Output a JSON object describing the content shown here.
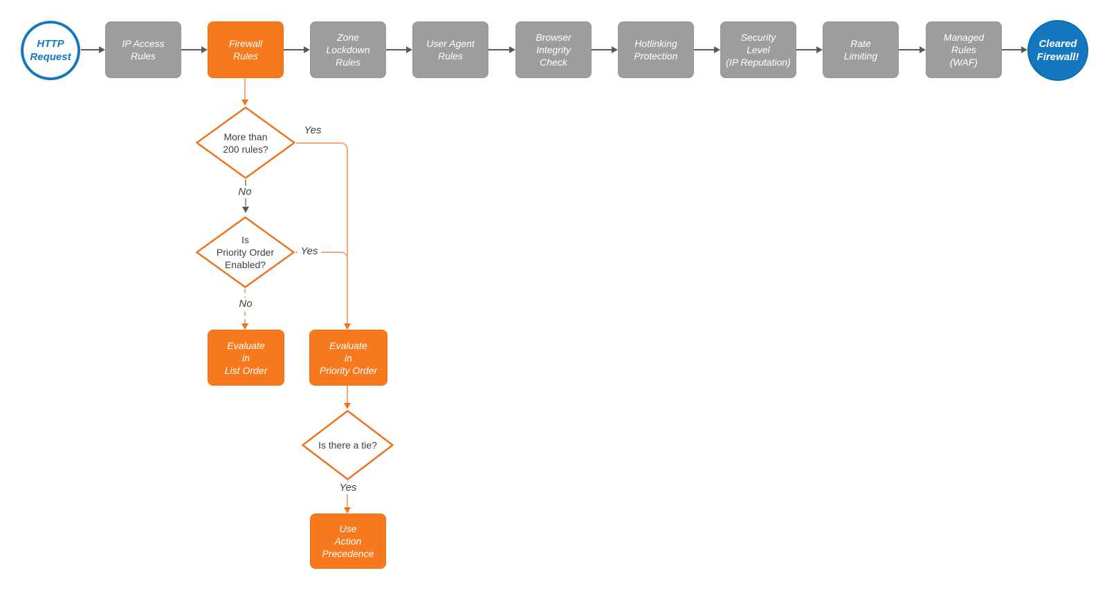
{
  "diagram": {
    "colors": {
      "orange_fill": "#F7791E",
      "orange_stroke": "#F1711C",
      "salmon_line": "#F5A87E",
      "gray_fill": "#9D9D9D",
      "blue": "#1478BE",
      "dark_arrow": "#58595B",
      "text_dark": "#404040",
      "white": "#FFFFFF"
    },
    "start": {
      "label": "HTTP\nRequest"
    },
    "pipeline": [
      {
        "label": "IP Access\nRules"
      },
      {
        "label": "Firewall\nRules"
      },
      {
        "label": "Zone\nLockdown\nRules"
      },
      {
        "label": "User Agent\nRules"
      },
      {
        "label": "Browser\nIntegrity\nCheck"
      },
      {
        "label": "Hotlinking\nProtection"
      },
      {
        "label": "Security\nLevel\n(IP Reputation)"
      },
      {
        "label": "Rate\nLimiting"
      },
      {
        "label": "Managed\nRules\n(WAF)"
      }
    ],
    "end": {
      "label": "Cleared\nFirewall!"
    },
    "decisions": [
      {
        "label": "More than\n200 rules?",
        "yes_label": "Yes",
        "no_label": "No"
      },
      {
        "label": "Is\nPriority Order\nEnabled?",
        "yes_label": "Yes",
        "no_label": "No"
      },
      {
        "label": "Is there a tie?",
        "yes_label": "Yes"
      }
    ],
    "actions": [
      {
        "label": "Evaluate\nin\nList Order"
      },
      {
        "label": "Evaluate\nin\nPriority Order"
      },
      {
        "label": "Use\nAction\nPrecedence"
      }
    ]
  }
}
